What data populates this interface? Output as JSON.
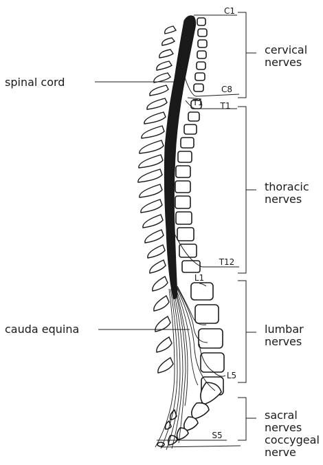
{
  "labels": {
    "spinal_cord": "spinal cord",
    "cauda_equina": "cauda equina",
    "cervical_1": "cervical",
    "cervical_2": "nerves",
    "thoracic_1": "thoracic",
    "thoracic_2": "nerves",
    "lumbar_1": "lumbar",
    "lumbar_2": "nerves",
    "sacral_1": "sacral",
    "sacral_2": "nerves",
    "coccygeal_1": "coccygeal",
    "coccygeal_2": "nerve"
  },
  "markers": {
    "c1": "C1",
    "c8": "C8",
    "t1a": "T1",
    "t1b": "T1",
    "t12": "T12",
    "l1": "L1",
    "l5": "L5",
    "s5": "S5"
  }
}
